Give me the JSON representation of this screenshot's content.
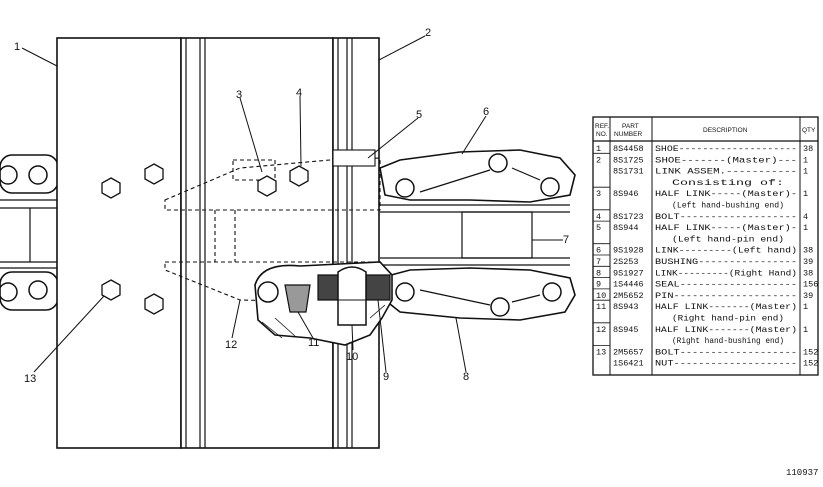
{
  "callouts": {
    "c1": "1",
    "c2": "2",
    "c3": "3",
    "c4": "4",
    "c5": "5",
    "c6": "6",
    "c7": "7",
    "c8": "8",
    "c9": "9",
    "c10": "10",
    "c11": "11",
    "c12": "12",
    "c13": "13"
  },
  "table": {
    "headers": {
      "ref_line1": "REF.",
      "ref_line2": "NO.",
      "part_line1": "PART",
      "part_line2": "NUMBER",
      "desc": "DESCRIPTION",
      "qty": "QTY"
    },
    "rows": [
      {
        "ref": "1",
        "part": "8S4458",
        "desc": "SHOE--------------------",
        "qty": "38"
      },
      {
        "ref": "2",
        "part": "8S1725",
        "desc": "SHOE-------(Master)---",
        "qty": "1"
      },
      {
        "ref": "",
        "part": "8S1731",
        "desc": "LINK ASSEM.-----------",
        "qty": "1"
      },
      {
        "ref": "",
        "part": "",
        "desc": "Consisting of:",
        "qty": ""
      },
      {
        "ref": "3",
        "part": "8S946",
        "desc": "HALF LINK-----(Master)-",
        "qty": "1"
      },
      {
        "ref": "",
        "part": "",
        "desc": "(Left hand-bushing end)",
        "qty": ""
      },
      {
        "ref": "4",
        "part": "8S1723",
        "desc": "BOLT-------------------",
        "qty": "4"
      },
      {
        "ref": "5",
        "part": "8S944",
        "desc": "HALF LINK-----(Master)-",
        "qty": "1"
      },
      {
        "ref": "",
        "part": "",
        "desc": "(Left hand-pin end)",
        "qty": ""
      },
      {
        "ref": "6",
        "part": "9S1928",
        "desc": "LINK---------(Left hand)",
        "qty": "38"
      },
      {
        "ref": "7",
        "part": "2S253",
        "desc": "BUSHING----------------",
        "qty": "39"
      },
      {
        "ref": "8",
        "part": "9S1927",
        "desc": "LINK---------(Right Hand)",
        "qty": "38"
      },
      {
        "ref": "9",
        "part": "1S4446",
        "desc": "SEAL-------------------",
        "qty": "156"
      },
      {
        "ref": "10",
        "part": "2M5652",
        "desc": "PIN--------------------",
        "qty": "39"
      },
      {
        "ref": "11",
        "part": "8S943",
        "desc": "HALF LINK-------(Master)",
        "qty": "1"
      },
      {
        "ref": "",
        "part": "",
        "desc": "(Right hand-pin end)",
        "qty": ""
      },
      {
        "ref": "12",
        "part": "8S945",
        "desc": "HALF LINK-------(Master)",
        "qty": "1"
      },
      {
        "ref": "",
        "part": "",
        "desc": "(Right hand-bushing end)",
        "qty": ""
      },
      {
        "ref": "13",
        "part": "2M5657",
        "desc": "BOLT-------------------",
        "qty": "152"
      },
      {
        "ref": "",
        "part": "1S6421",
        "desc": "NUT--------------------",
        "qty": "152"
      }
    ]
  },
  "figure_id": "110937"
}
